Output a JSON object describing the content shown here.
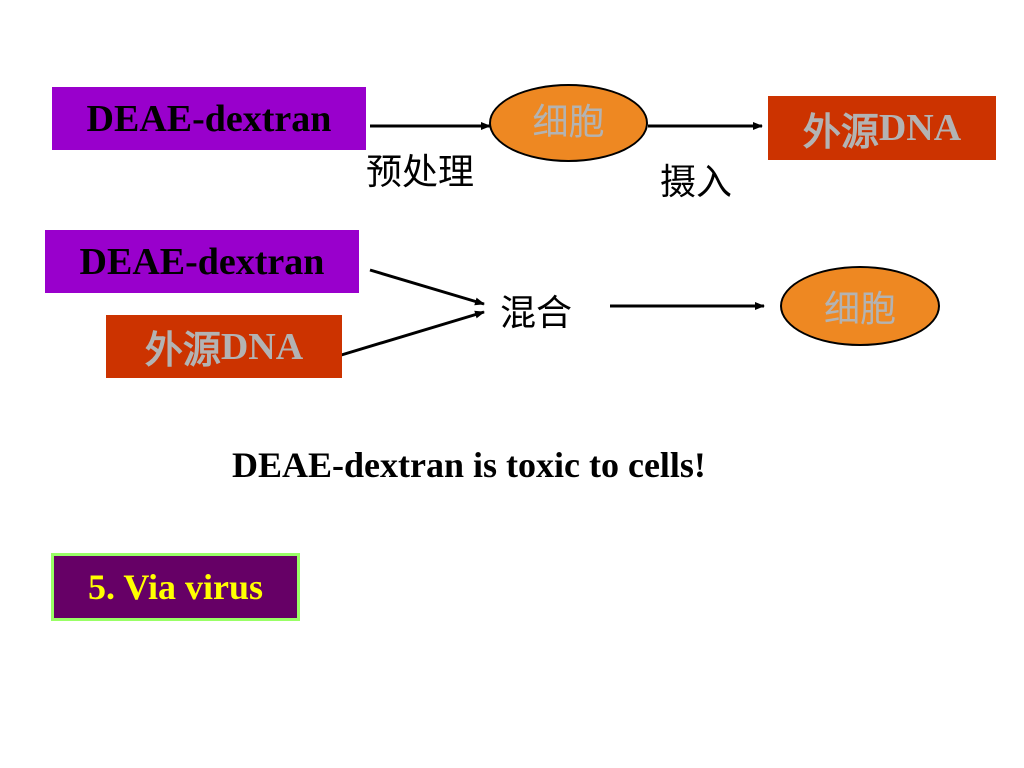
{
  "row1": {
    "reagent": "DEAE-dextran",
    "cell": "细胞",
    "step1": "预处理",
    "step2": "摄入",
    "dna_cn": "外源",
    "dna_latin": "DNA"
  },
  "row2": {
    "reagent": "DEAE-dextran",
    "dna_cn": "外源",
    "dna_latin": "DNA",
    "mix": "混合",
    "cell": "细胞"
  },
  "note": "DEAE-dextran is toxic to cells!",
  "virus_label": "5. Via virus",
  "colors": {
    "purple": "#9900cc",
    "red": "#cc3300",
    "orange": "#ee8822",
    "virus_bg": "#660066",
    "virus_border": "#99ff66",
    "virus_text": "#ffff00"
  }
}
